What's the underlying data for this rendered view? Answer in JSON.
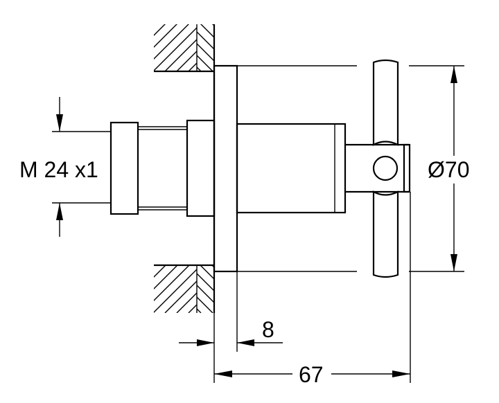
{
  "dimensions": {
    "thread": "M 24 x1",
    "diameter": "Ø70",
    "flange_thickness": "8",
    "overall_depth": "67"
  },
  "colors": {
    "line": "#000000",
    "background": "#ffffff"
  }
}
